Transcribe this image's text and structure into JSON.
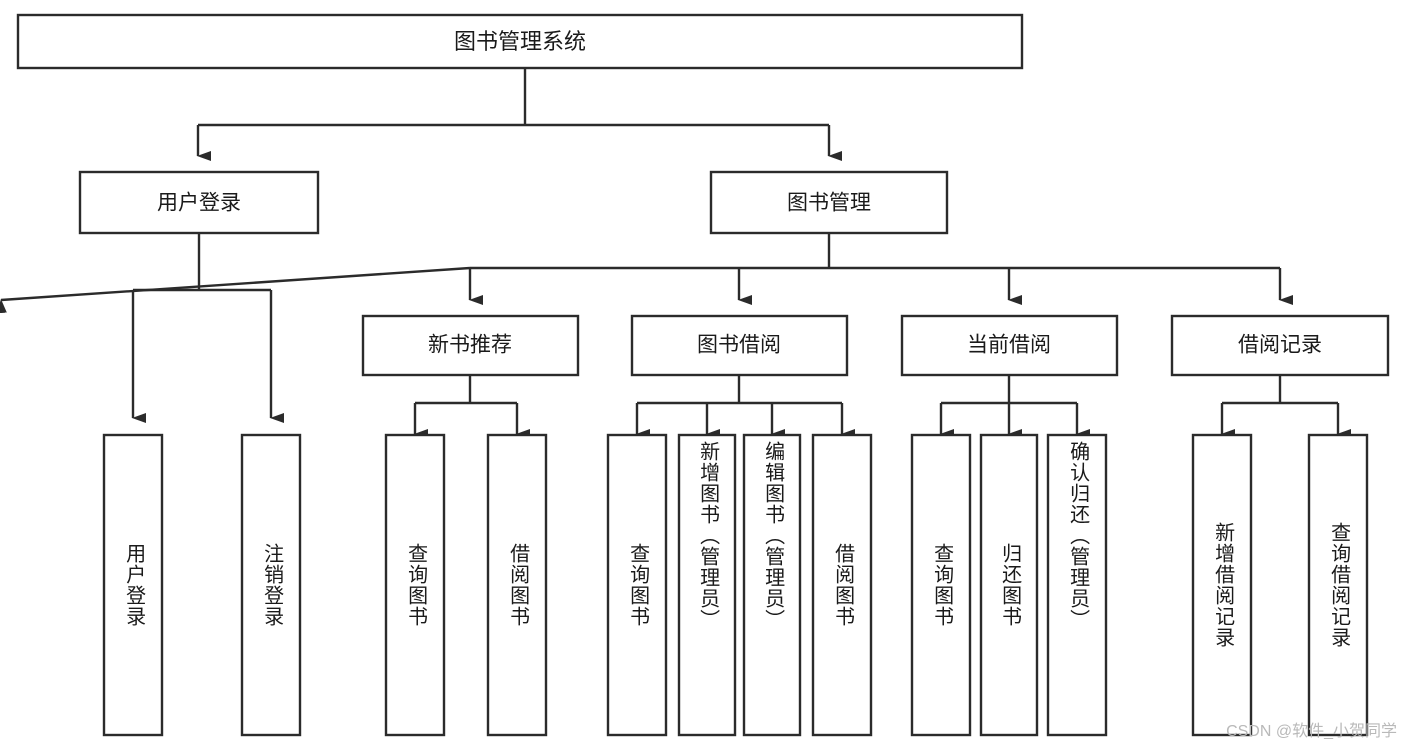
{
  "diagram": {
    "title": "图书管理系统",
    "type": "tree-hierarchy",
    "root": {
      "label": "图书管理系统"
    },
    "level2": [
      {
        "label": "用户登录"
      },
      {
        "label": "图书管理"
      }
    ],
    "level3": [
      {
        "label": "新书推荐"
      },
      {
        "label": "图书借阅"
      },
      {
        "label": "当前借阅"
      },
      {
        "label": "借阅记录"
      }
    ],
    "leaves": {
      "user_login": [
        {
          "label": "用户登录"
        },
        {
          "label": "注销登录"
        }
      ],
      "new_book_recommend": [
        {
          "label": "查询图书"
        },
        {
          "label": "借阅图书"
        }
      ],
      "book_borrow": [
        {
          "label": "查询图书"
        },
        {
          "label": "新增图书（管理员）"
        },
        {
          "label": "编辑图书（管理员）"
        },
        {
          "label": "借阅图书"
        }
      ],
      "current_borrow": [
        {
          "label": "查询图书"
        },
        {
          "label": "归还图书"
        },
        {
          "label": "确认归还（管理员）"
        }
      ],
      "borrow_record": [
        {
          "label": "新增借阅记录"
        },
        {
          "label": "查询借阅记录"
        }
      ]
    },
    "watermark": "CSDN @软件_小贺同学",
    "colors": {
      "background": "#ffffff",
      "box_fill": "#ffffff",
      "stroke": "#2b2b2b",
      "text": "#1a1a1a",
      "watermark": "#b9b9b9"
    }
  }
}
